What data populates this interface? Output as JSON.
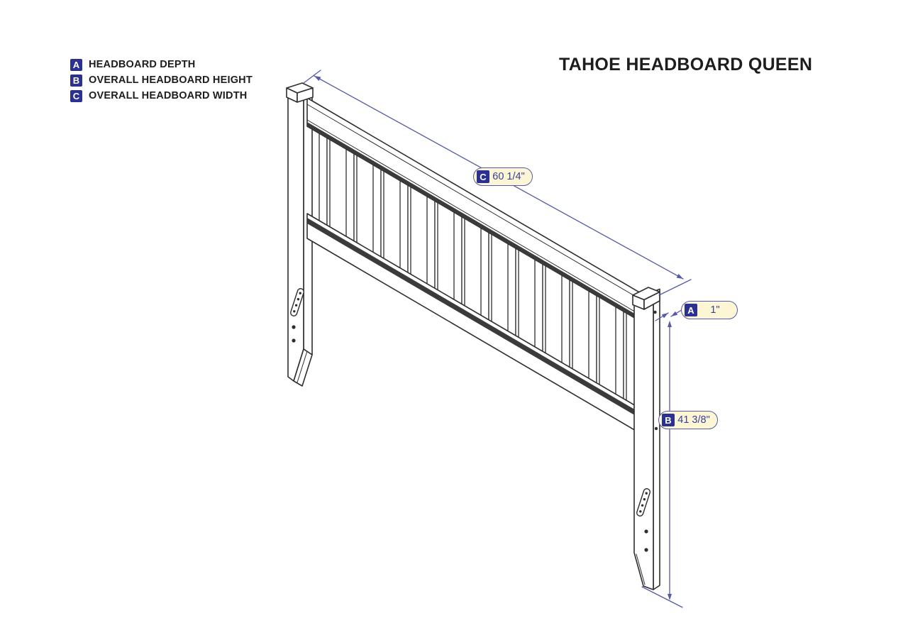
{
  "title": "TAHOE HEADBOARD QUEEN",
  "legend": {
    "items": [
      {
        "key": "A",
        "label": "HEADBOARD DEPTH"
      },
      {
        "key": "B",
        "label": "OVERALL HEADBOARD HEIGHT"
      },
      {
        "key": "C",
        "label": "OVERALL HEADBOARD WIDTH"
      }
    ]
  },
  "dimensions": {
    "width": {
      "key": "C",
      "value": "60 1/4\""
    },
    "depth": {
      "key": "A",
      "value": "1\""
    },
    "height": {
      "key": "B",
      "value": "41 3/8\""
    }
  },
  "drawing": {
    "subject": "queen headboard, isometric line drawing",
    "slat_count": 12
  },
  "colors": {
    "dimension_accent": "#565aa8",
    "badge_navy": "#2a3190",
    "label_fill": "#fcf6d4",
    "line": "#2e2e2e",
    "background": "#ffffff"
  }
}
